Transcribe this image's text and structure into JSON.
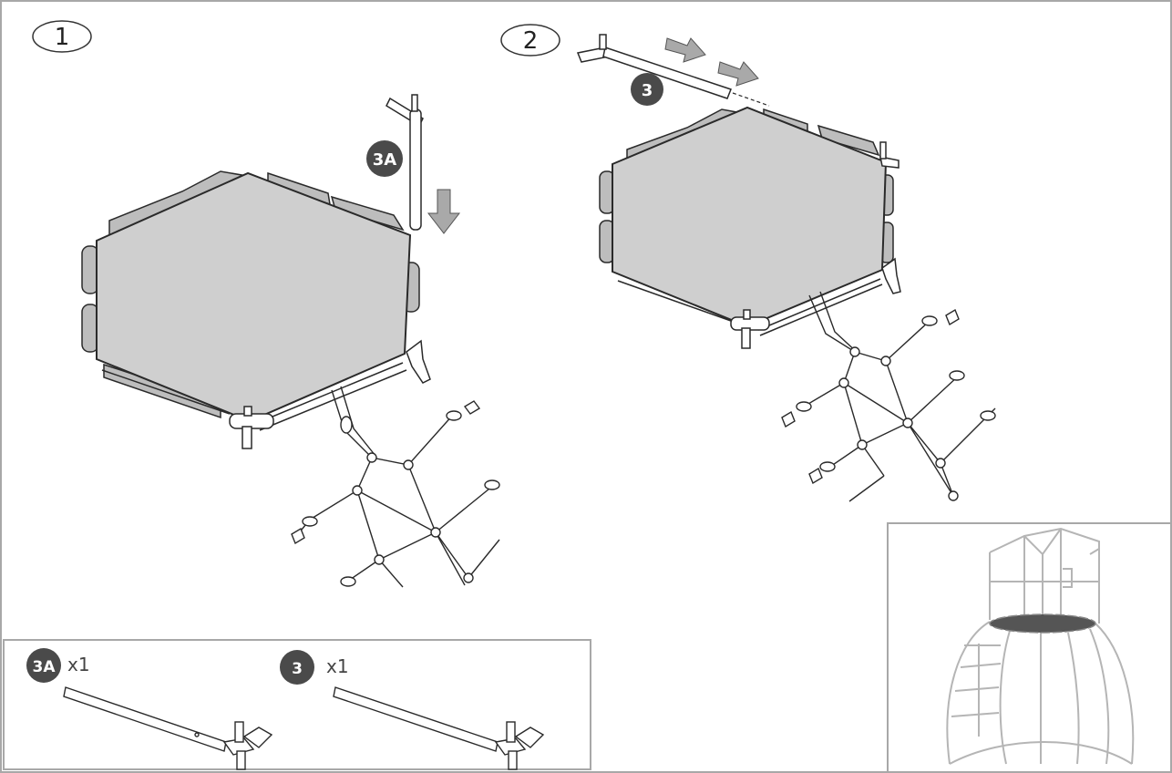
{
  "steps": {
    "step1": "1",
    "step2": "2"
  },
  "badges": {
    "step1_part": "3A",
    "step2_part": "3"
  },
  "parts_box": {
    "part_a": {
      "label": "3A",
      "qty": "x1"
    },
    "part_b": {
      "label": "3",
      "qty": "x1"
    }
  },
  "colors": {
    "mat_fill": "#cfcfcf",
    "mat_stroke": "#2a2a2a",
    "badge_fill": "#4a4a4a",
    "arrow_fill": "#a9a9a9",
    "frame_stroke": "#a8a8a8",
    "overview_stroke": "#b5b5b5",
    "overview_mat": "#555555"
  },
  "icons": {
    "arrow": "down-arrow-icon",
    "right_arrow": "right-arrow-icon"
  }
}
